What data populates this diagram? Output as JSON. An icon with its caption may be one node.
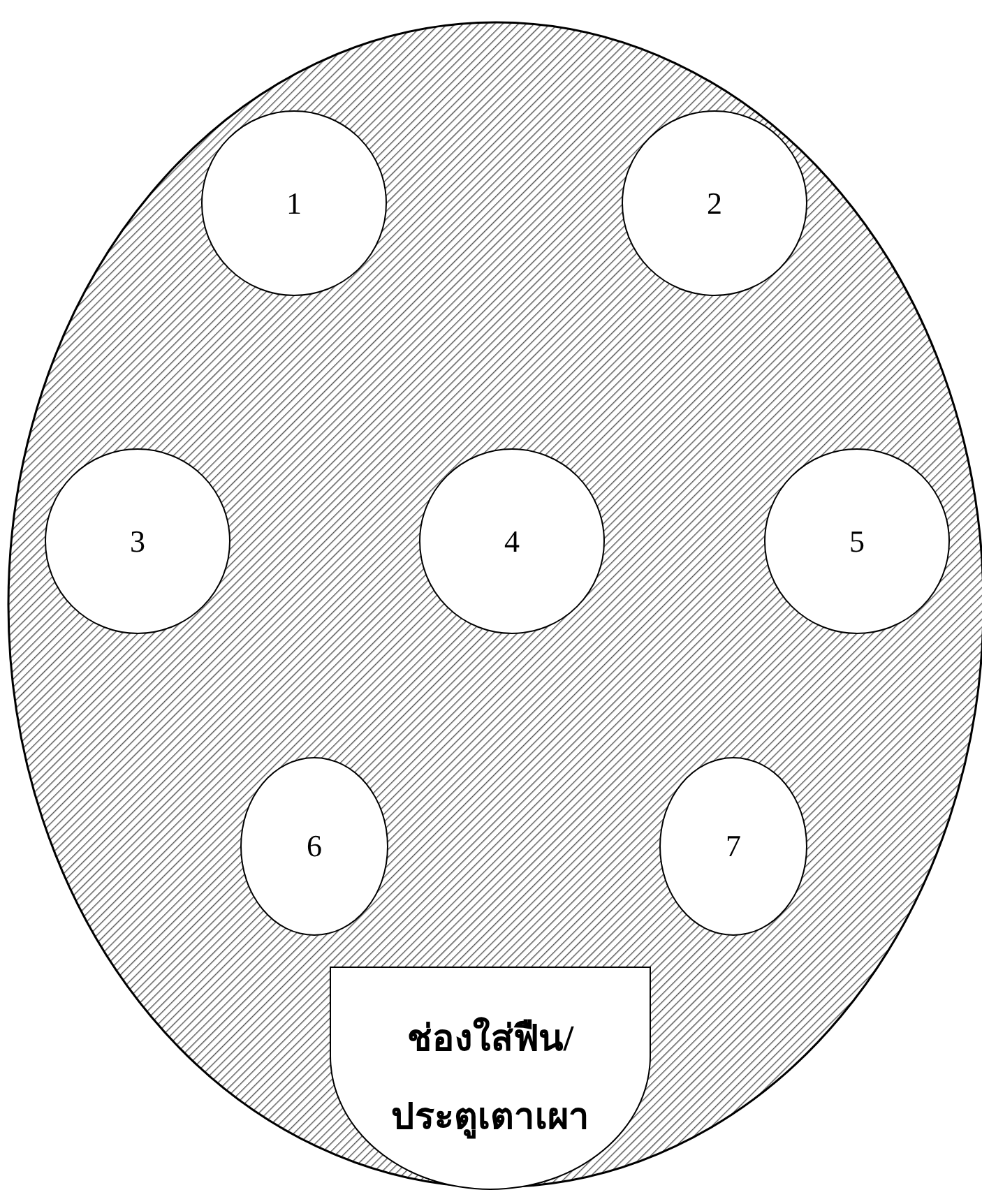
{
  "diagram": {
    "nodes": [
      {
        "text": [],
        "shape": "ellipse"
      },
      {
        "text": [
          "1"
        ],
        "in": 0
      },
      {
        "text": [
          "2"
        ],
        "in": 0
      },
      {
        "text": [
          "3"
        ],
        "in": 0
      },
      {
        "text": [
          "4"
        ],
        "in": 0
      },
      {
        "text": [
          "5"
        ],
        "in": 0
      },
      {
        "text": [
          "6"
        ],
        "in": 0
      },
      {
        "text": [
          "7"
        ],
        "in": 0
      },
      {
        "text": [
          "ช่องใส่ฟืน/ประตูเตาเผา"
        ],
        "in": 0
      }
    ],
    "edges": []
  }
}
